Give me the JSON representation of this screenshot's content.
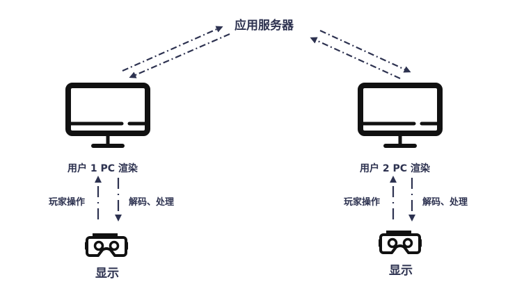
{
  "server": {
    "label": "应用服务器"
  },
  "clients": [
    {
      "pc_label": "用户 1 PC 渲染",
      "input_label": "玩家操作",
      "output_label": "解码、处理",
      "display_label": "显示",
      "pc_icon": "monitor-icon",
      "display_icon": "vr-headset-icon"
    },
    {
      "pc_label": "用户 2 PC 渲染",
      "input_label": "玩家操作",
      "output_label": "解码、处理",
      "display_label": "显示",
      "pc_icon": "monitor-icon",
      "display_icon": "vr-headset-icon"
    }
  ],
  "colors": {
    "arrow": "#2d3250",
    "icon": "#111111",
    "text": "#2d3250"
  }
}
